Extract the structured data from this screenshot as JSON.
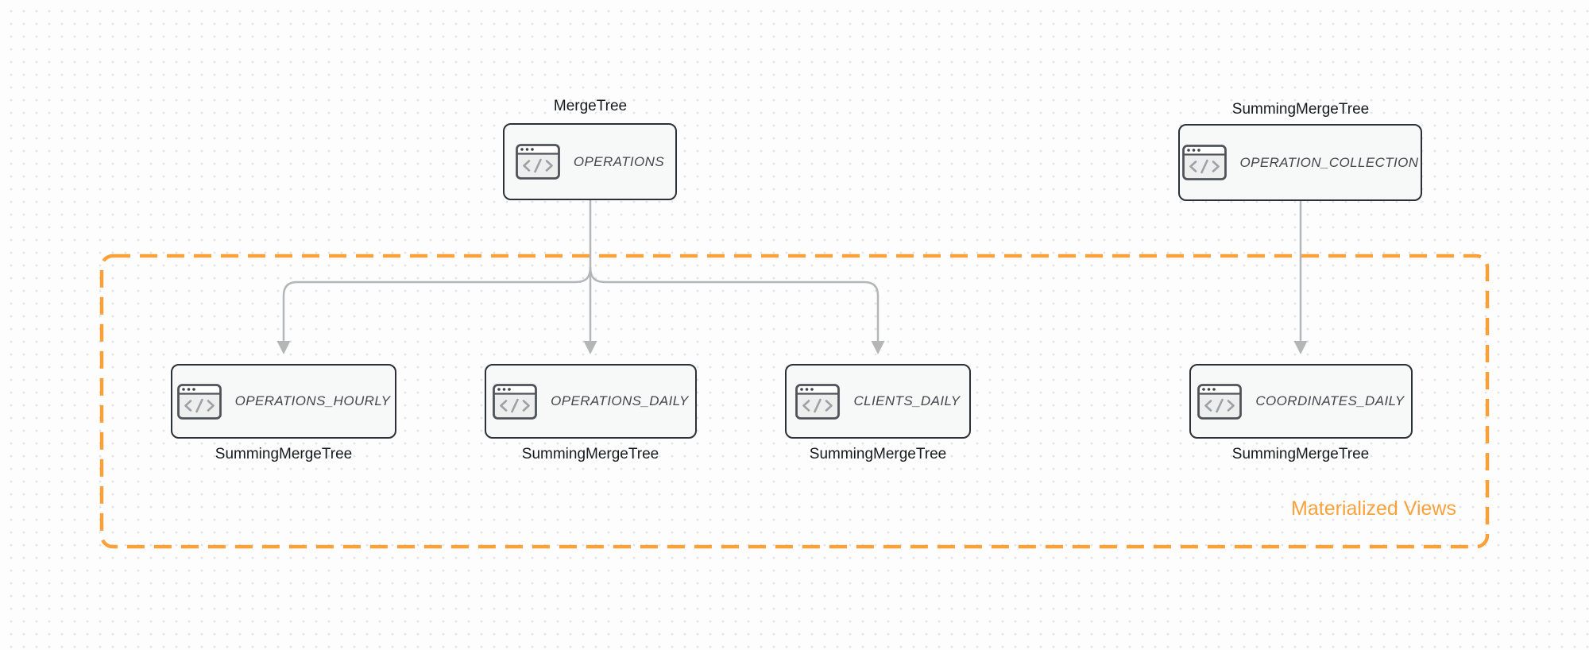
{
  "diagram": {
    "views_box": {
      "label": "Materialized Views"
    },
    "nodes": [
      {
        "title": "OPERATIONS",
        "engine": "MergeTree",
        "engine_label_position": "top"
      },
      {
        "title": "OPERATION_COLLECTION",
        "engine": "SummingMergeTree",
        "engine_label_position": "top"
      },
      {
        "title": "OPERATIONS_HOURLY",
        "engine": "SummingMergeTree",
        "engine_label_position": "bottom"
      },
      {
        "title": "OPERATIONS_DAILY",
        "engine": "SummingMergeTree",
        "engine_label_position": "bottom"
      },
      {
        "title": "CLIENTS_DAILY",
        "engine": "SummingMergeTree",
        "engine_label_position": "bottom"
      },
      {
        "title": "COORDINATES_DAILY",
        "engine": "SummingMergeTree",
        "engine_label_position": "bottom"
      }
    ],
    "edges": [
      {
        "from": "OPERATIONS",
        "to": "OPERATIONS_HOURLY"
      },
      {
        "from": "OPERATIONS",
        "to": "OPERATIONS_DAILY"
      },
      {
        "from": "OPERATIONS",
        "to": "CLIENTS_DAILY"
      },
      {
        "from": "OPERATION_COLLECTION",
        "to": "COORDINATES_DAILY"
      }
    ],
    "icons": {
      "node_icon": "code-window-icon"
    },
    "colors": {
      "accent_orange": "#F9A23C",
      "node_border": "#2B3136",
      "node_fill": "#F7F8F8",
      "edge_gray": "#B3B5B7",
      "canvas_dot": "#E1E3E7"
    }
  }
}
